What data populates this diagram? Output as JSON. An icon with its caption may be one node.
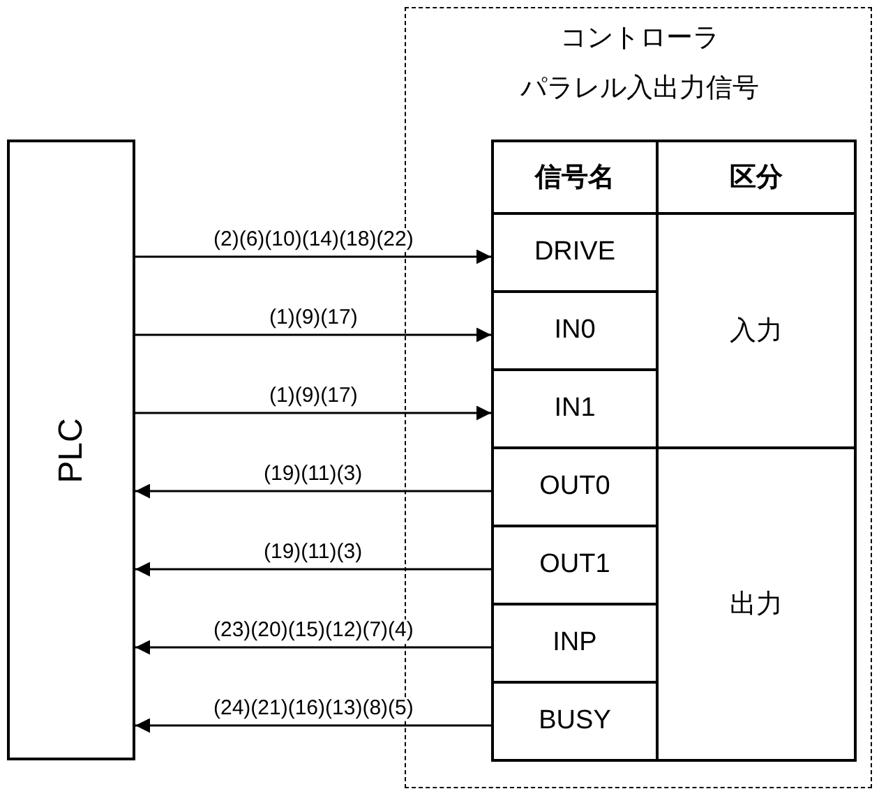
{
  "diagram": {
    "nodes": [
      {
        "text": [
          "コントローラ",
          "パラレル入出力信号"
        ]
      },
      {
        "text": [
          "PLC"
        ]
      },
      {
        "text": [
          "DRIVE"
        ],
        "in": 0
      },
      {
        "text": [
          "IN0"
        ],
        "in": 0
      },
      {
        "text": [
          "IN1"
        ],
        "in": 0
      },
      {
        "text": [
          "OUT0"
        ],
        "in": 0
      },
      {
        "text": [
          "OUT1"
        ],
        "in": 0
      },
      {
        "text": [
          "INP"
        ],
        "in": 0
      },
      {
        "text": [
          "BUSY"
        ],
        "in": 0
      }
    ],
    "edges": [
      {
        "from": 1,
        "to": 2,
        "arrow": "to",
        "label": "(2)(6)(10)(14)(18)(22)"
      },
      {
        "from": 1,
        "to": 3,
        "arrow": "to",
        "label": "(1)(9)(17)"
      },
      {
        "from": 1,
        "to": 4,
        "arrow": "to",
        "label": "(1)(9)(17)"
      },
      {
        "from": 5,
        "to": 1,
        "arrow": "to",
        "label": "(19)(11)(3)"
      },
      {
        "from": 6,
        "to": 1,
        "arrow": "to",
        "label": "(19)(11)(3)"
      },
      {
        "from": 7,
        "to": 1,
        "arrow": "to",
        "label": "(23)(20)(15)(12)(7)(4)"
      },
      {
        "from": 8,
        "to": 1,
        "arrow": "to",
        "label": "(24)(21)(16)(13)(8)(5)"
      }
    ],
    "labels": [
      "信号名",
      "区分",
      "入力",
      "出力"
    ]
  }
}
